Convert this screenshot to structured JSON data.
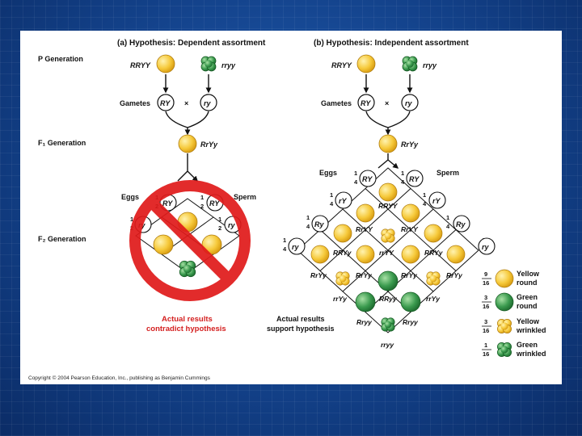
{
  "headings": {
    "dependent": "(a) Hypothesis: Dependent assortment",
    "independent": "(b) Hypothesis: Independent assortment"
  },
  "generation_labels": {
    "p": "P Generation",
    "f1": "F₁ Generation",
    "f2": "F₂ Generation",
    "gametes": "Gametes"
  },
  "genotypes": {
    "parent_yellow": "RRYY",
    "parent_green": "rryy",
    "gamete_RY": "RY",
    "gamete_ry": "ry",
    "gamete_Ry": "Ry",
    "gamete_rY": "rY",
    "f1": "RrYy",
    "cross": "×"
  },
  "fractions": {
    "half_num": "1",
    "half_den": "2",
    "quarter_num": "1",
    "quarter_den": "4"
  },
  "eggs_label": "Eggs",
  "sperm_label": "Sperm",
  "dependent_result": {
    "line1": "Actual results",
    "line2": "contradict hypothesis"
  },
  "independent_result": {
    "line1": "Actual results",
    "line2": "support hypothesis"
  },
  "grid_genotypes": [
    "RRYY",
    "RrYY",
    "RrYY",
    "RRYy",
    "rrYY",
    "RRYy",
    "RrYy",
    "RrYy",
    "RrYy",
    "RrYy",
    "rrYy",
    "RRyy",
    "rrYy",
    "Rryy",
    "Rryy",
    "rryy"
  ],
  "legend": [
    {
      "num": "9",
      "den": "16",
      "line1": "Yellow",
      "line2": "round",
      "color": "#f6c93a"
    },
    {
      "num": "3",
      "den": "16",
      "line1": "Green",
      "line2": "round",
      "color": "#3a9a4e"
    },
    {
      "num": "3",
      "den": "16",
      "line1": "Yellow",
      "line2": "wrinkled",
      "color": "#f6c93a"
    },
    {
      "num": "1",
      "den": "16",
      "line1": "Green",
      "line2": "wrinkled",
      "color": "#3a9a4e"
    }
  ],
  "copyright": "Copyright © 2004 Pearson Education, Inc., publishing as Benjamin Cummings",
  "colors": {
    "yellow": "#f6c93a",
    "green": "#3a9a4e",
    "prohibit_red": "#e01a1a"
  }
}
